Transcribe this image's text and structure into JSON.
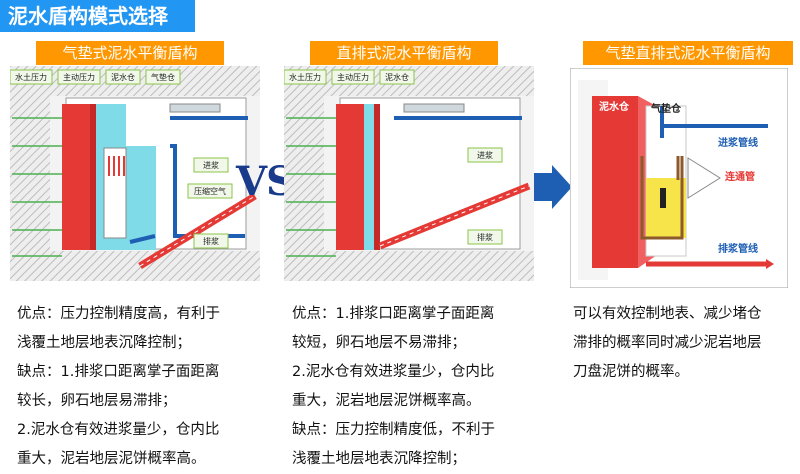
{
  "title": "泥水盾构模式选择",
  "vs_label": "VS",
  "panels": [
    {
      "title": "气垫式泥水平衡盾构",
      "labels": {
        "water_pressure": "水土压力",
        "active_pressure": "主动压力",
        "slurry_chamber": "泥水仓",
        "air_chamber": "气垫仓",
        "feed": "进浆",
        "compressed_air": "压缩空气",
        "discharge": "排浆"
      },
      "desc": [
        "优点：压力控制精度高，有利于",
        "浅覆土地层地表沉降控制；",
        "缺点：1.排浆口距离掌子面距离",
        "较长，卵石地层易滞排；",
        "2.泥水仓有效进浆量少，仓内比",
        "重大，泥岩地层泥饼概率高。"
      ]
    },
    {
      "title": "直排式泥水平衡盾构",
      "labels": {
        "water_pressure": "水土压力",
        "active_pressure": "主动压力",
        "slurry_chamber": "泥水仓",
        "feed": "进浆",
        "discharge": "排浆"
      },
      "desc": [
        "优点：1.排浆口距离掌子面距离",
        "较短，卵石地层不易滞排；",
        "2.泥水仓有效进浆量少，仓内比",
        "重大，泥岩地层泥饼概率高。",
        "缺点：压力控制精度低，不利于",
        "浅覆土地层地表沉降控制；"
      ]
    },
    {
      "title": "气垫直排式泥水平衡盾构",
      "labels": {
        "slurry_chamber": "泥水仓",
        "air_chamber": "气垫仓",
        "feed_pipe": "进浆管线",
        "connect_pipe": "连通管",
        "discharge_pipe": "排浆管线"
      },
      "desc": [
        "可以有效控制地表、减少堵仓",
        "滞排的概率同时减少泥岩地层",
        "刀盘泥饼的概率。"
      ]
    }
  ],
  "colors": {
    "title_bg": "#2196f3",
    "panel_title_bg": "#ff9800",
    "cutter_red": "#e53935",
    "pipe_blue": "#1e5fb4",
    "vs_blue": "#1a3b8c"
  }
}
